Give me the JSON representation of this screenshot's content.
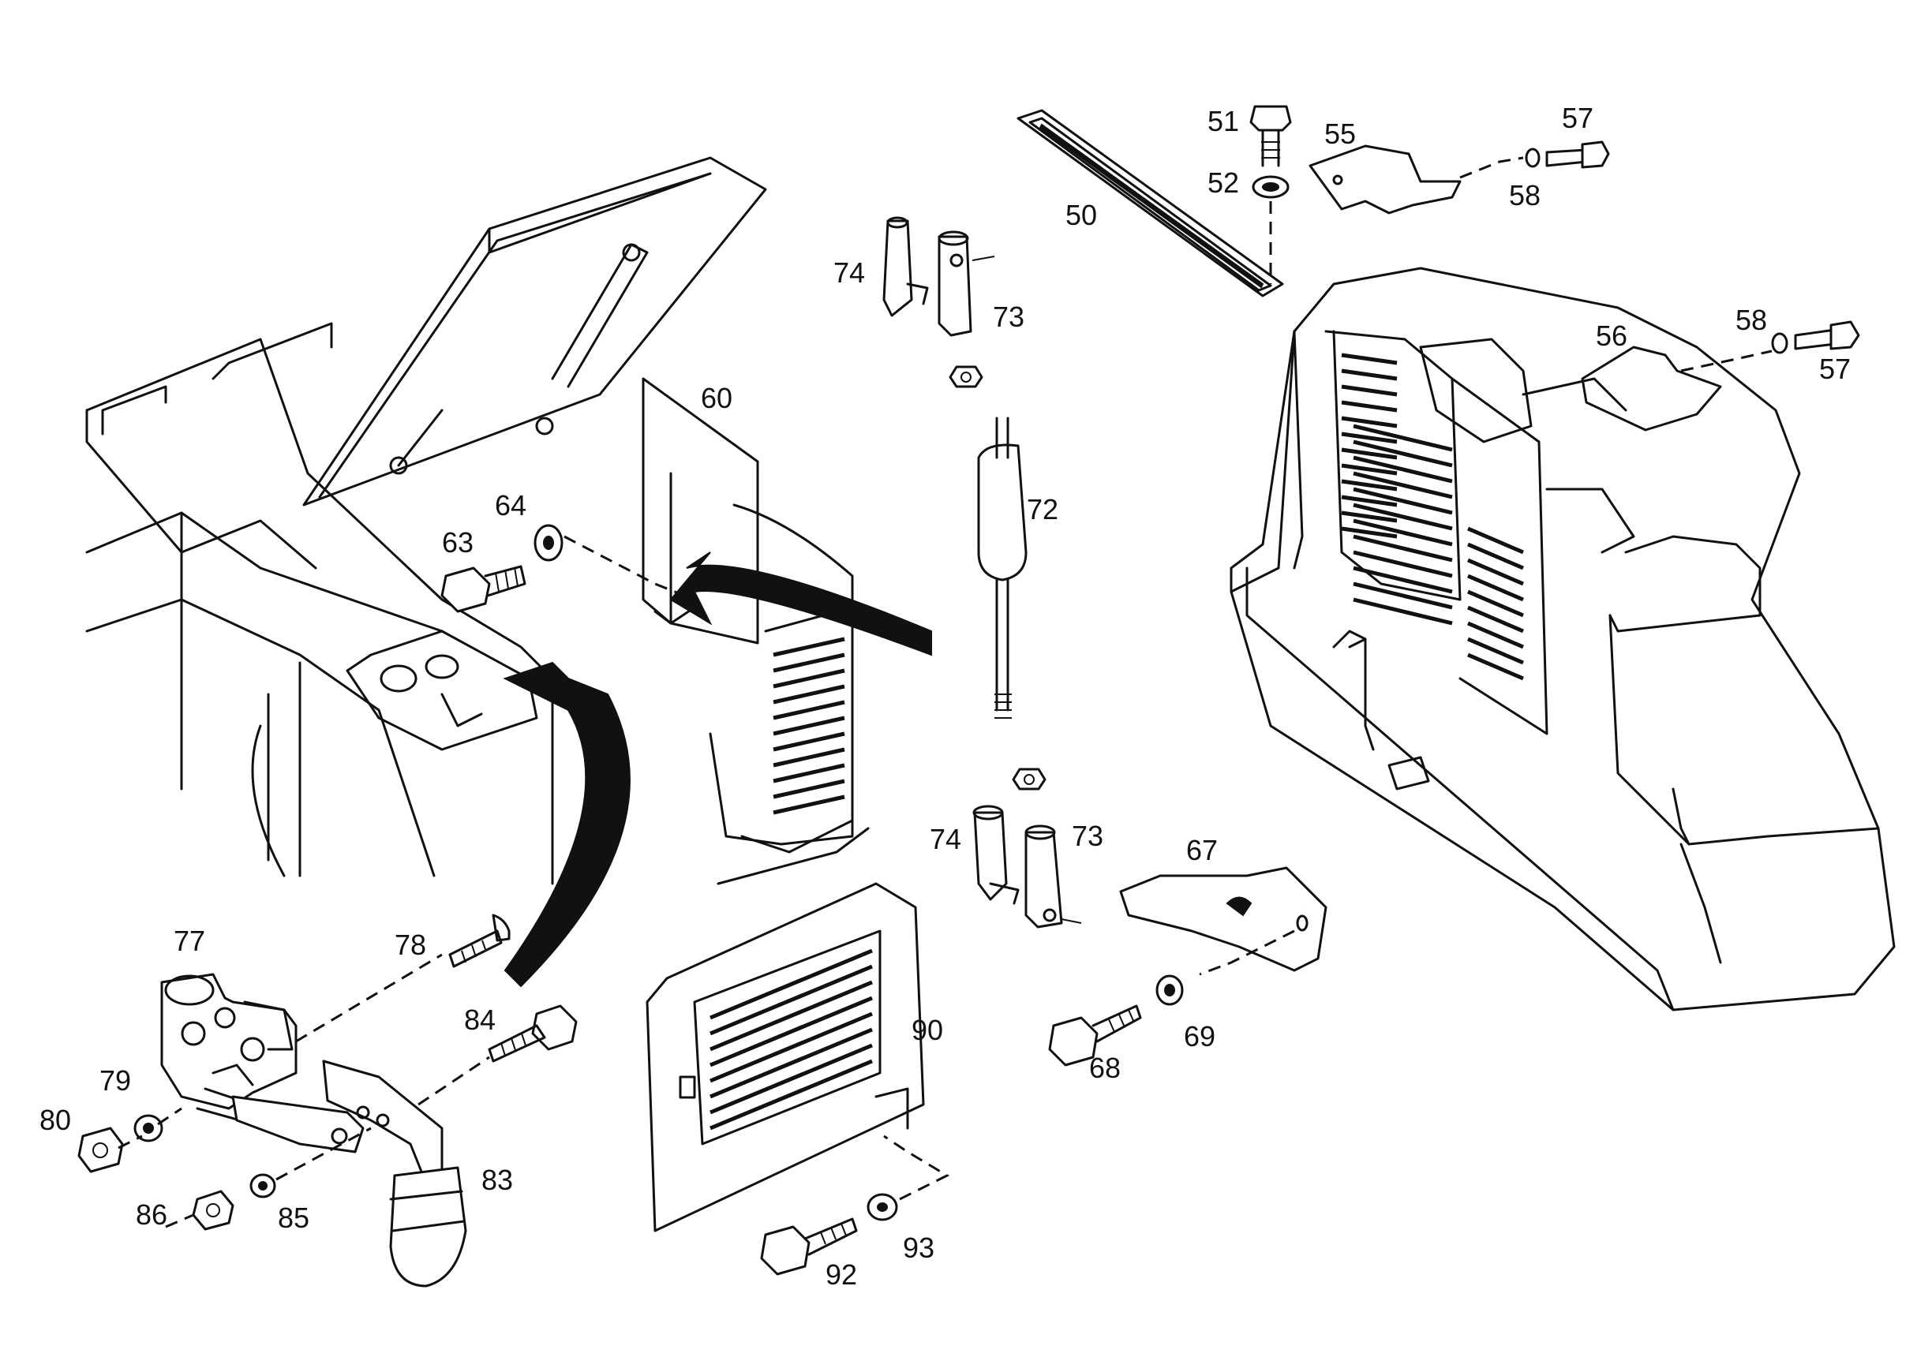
{
  "part_numbers": {
    "p50": "50",
    "p51": "51",
    "p52": "52",
    "p55": "55",
    "p56": "56",
    "p57a": "57",
    "p57b": "57",
    "p58a": "58",
    "p58b": "58",
    "p60": "60",
    "p63": "63",
    "p64": "64",
    "p67": "67",
    "p68": "68",
    "p69": "69",
    "p72": "72",
    "p73a": "73",
    "p73b": "73",
    "p74a": "74",
    "p74b": "74",
    "p77": "77",
    "p78": "78",
    "p79": "79",
    "p80": "80",
    "p83": "83",
    "p84": "84",
    "p85": "85",
    "p86": "86",
    "p90": "90",
    "p92": "92",
    "p93": "93"
  }
}
